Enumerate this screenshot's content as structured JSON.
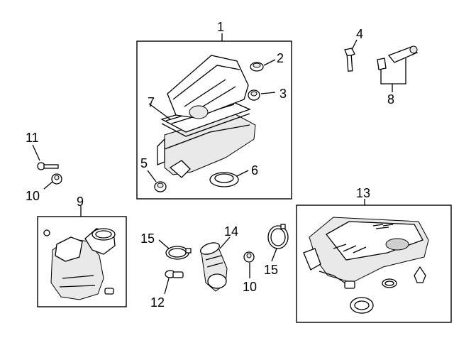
{
  "callouts": {
    "c1": "1",
    "c2": "2",
    "c3": "3",
    "c4": "4",
    "c5": "5",
    "c6": "6",
    "c7": "7",
    "c8": "8",
    "c9": "9",
    "c10a": "10",
    "c10b": "10",
    "c11": "11",
    "c12": "12",
    "c13": "13",
    "c14": "14",
    "c15a": "15",
    "c15b": "15"
  },
  "colors": {
    "line": "#000000",
    "shade": "#e9e9e9",
    "dark": "#cfcfcf",
    "background": "#ffffff"
  }
}
